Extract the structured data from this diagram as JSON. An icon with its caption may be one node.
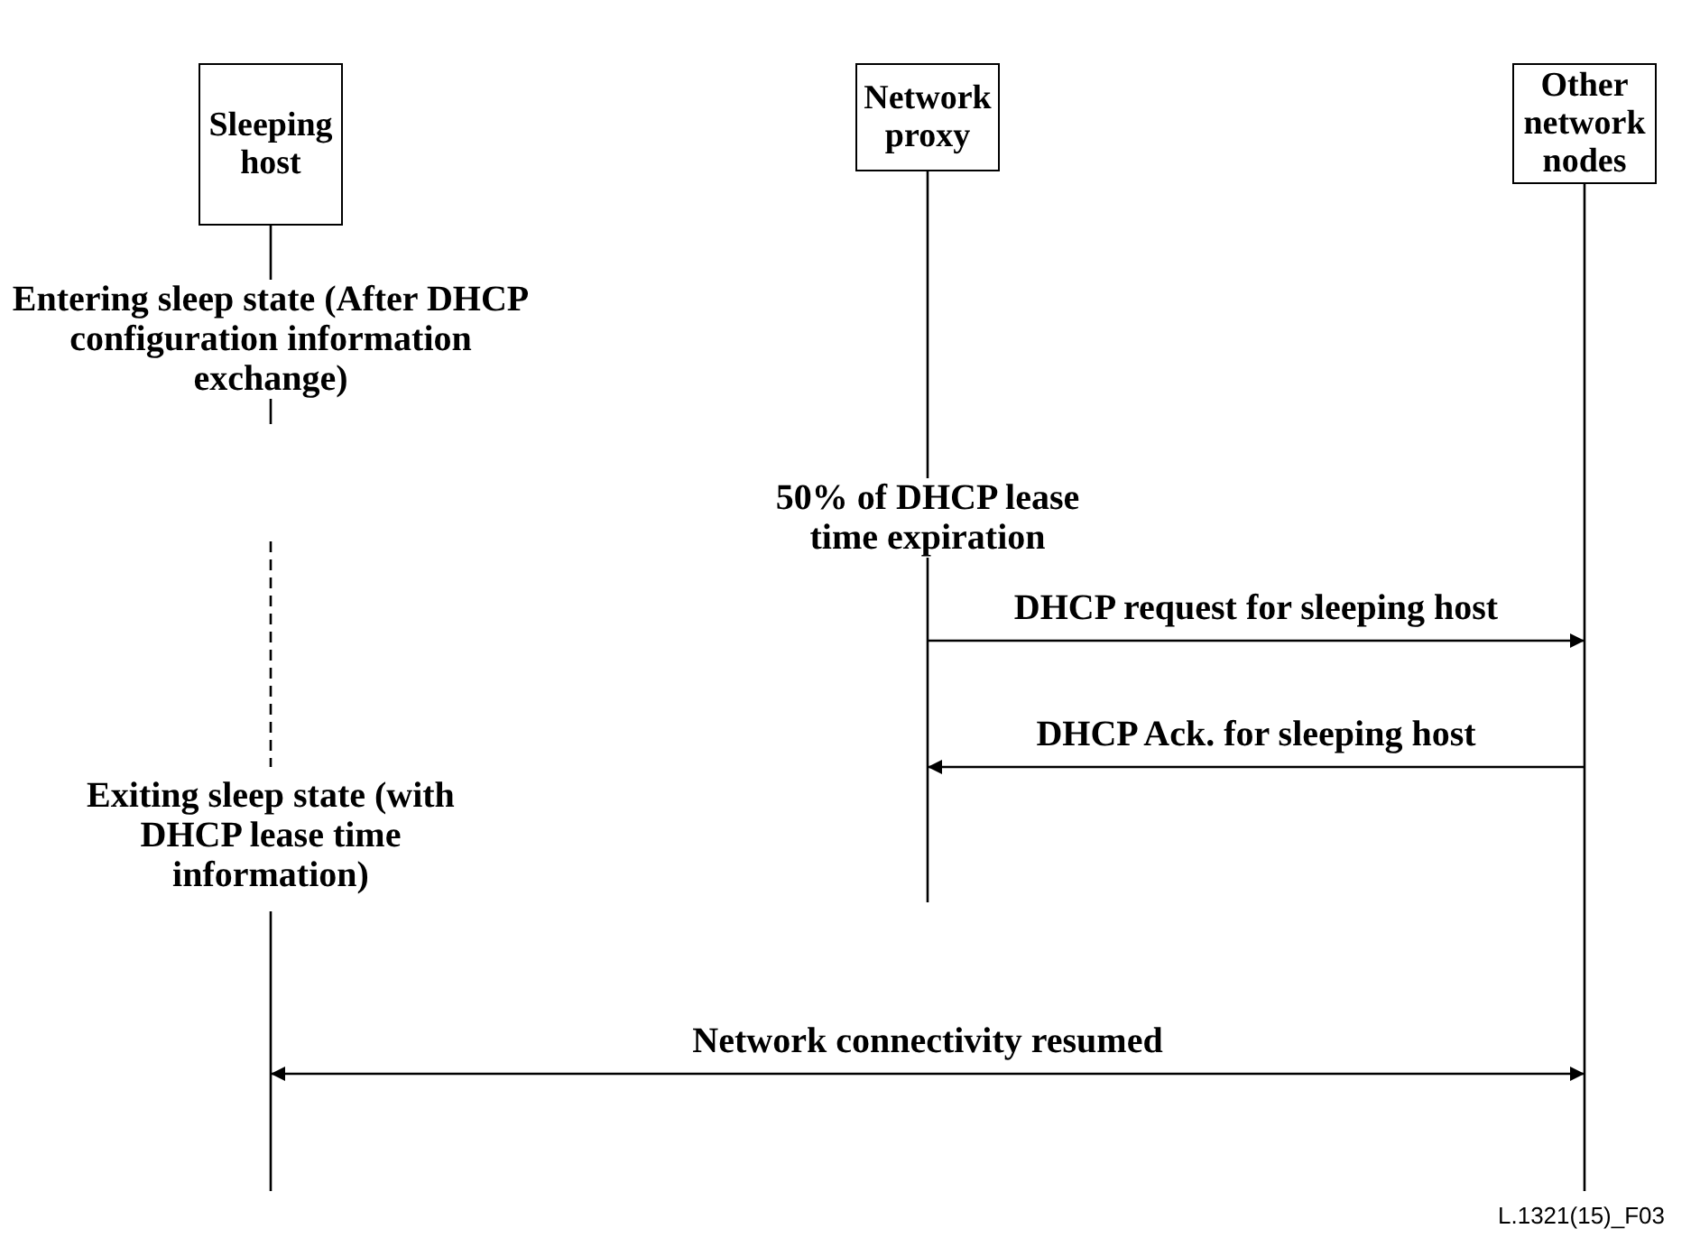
{
  "diagram": {
    "nodes": [
      {
        "text": [
          "Sleeping host"
        ]
      },
      {
        "text": [
          "Network proxy"
        ]
      },
      {
        "text": [
          "Other network nodes"
        ]
      }
    ],
    "edges": [
      {
        "from": 1,
        "to": 2,
        "arrow": "to",
        "label": "DHCP request for sleeping host"
      },
      {
        "from": 2,
        "to": 1,
        "arrow": "to",
        "label": "DHCP Ack. for sleeping host"
      },
      {
        "from": 0,
        "to": 2,
        "arrow": "both",
        "label": "Network connectivity resumed"
      }
    ],
    "labels": [
      "Entering sleep state (After DHCP configuration information exchange)",
      "50% of DHCP lease time expiration",
      "Exiting sleep state (with DHCP lease time information)",
      "L.1321(15)_F03"
    ]
  }
}
